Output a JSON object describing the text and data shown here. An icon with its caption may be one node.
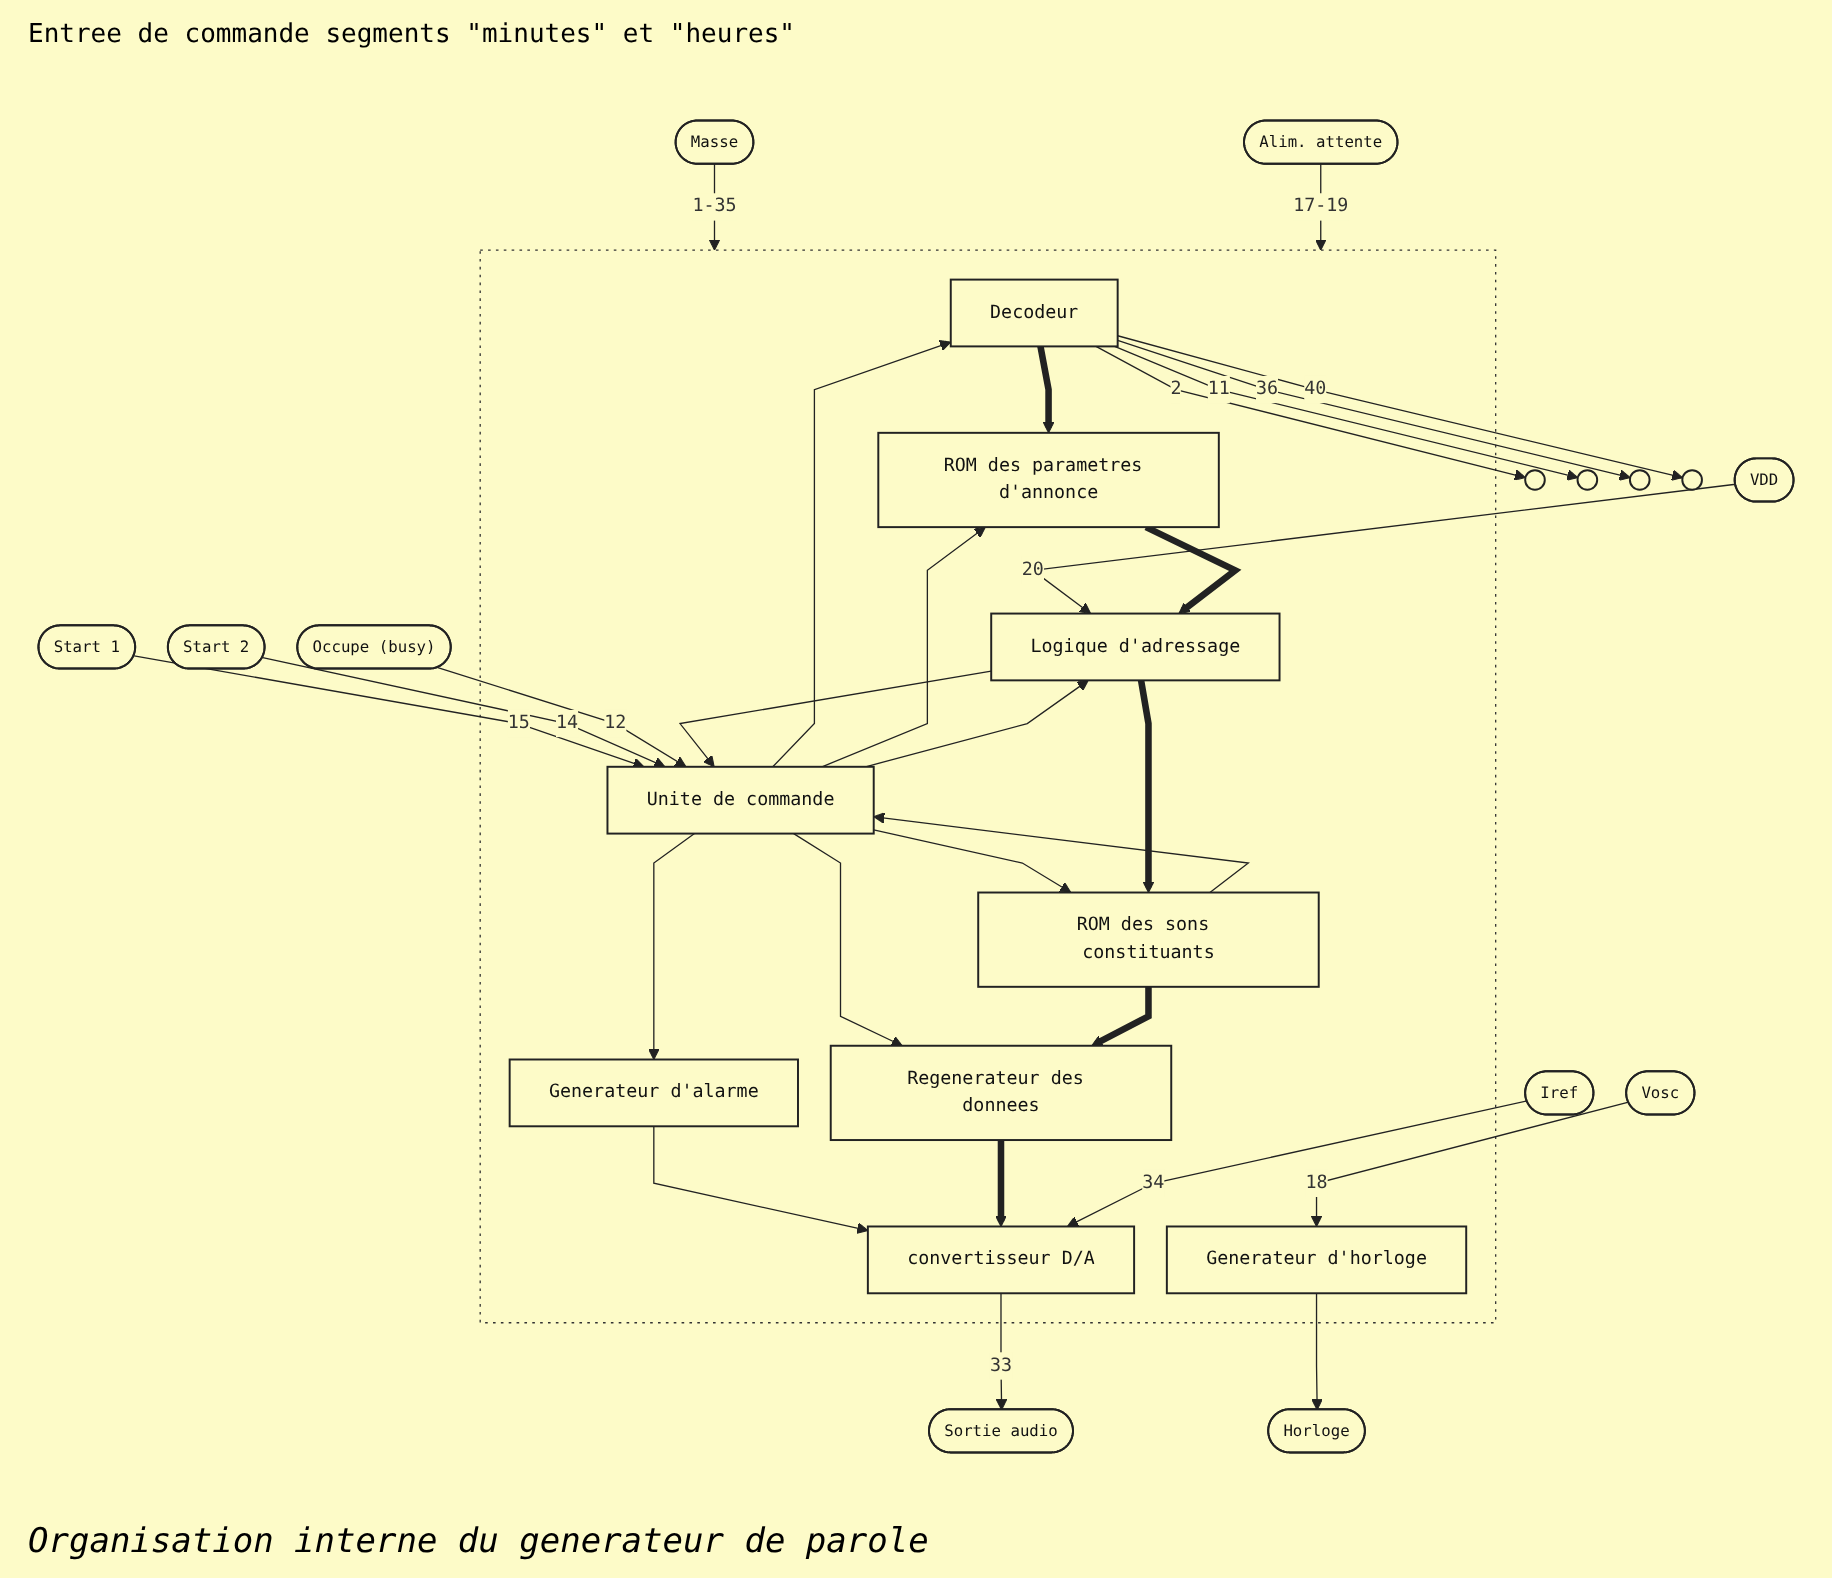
{
  "diagram": {
    "caption": "Organisation interne du generateur de parole",
    "nodes": [
      {
        "text": [],
        "shape": "box"
      },
      {
        "text": [],
        "shape": "circle"
      },
      {
        "text": [],
        "shape": "circle"
      },
      {
        "text": [],
        "shape": "circle"
      },
      {
        "text": [],
        "shape": "circle"
      },
      {
        "text": [
          "VDD"
        ]
      },
      {
        "text": [
          "Decodeur"
        ],
        "in": 0
      },
      {
        "text": [
          "ROM des parametres d'annonce"
        ],
        "in": 0
      },
      {
        "text": [
          "Logique d'adressage"
        ],
        "in": 0
      },
      {
        "text": [
          "Start 1"
        ]
      },
      {
        "text": [
          "Start 2"
        ]
      },
      {
        "text": [
          "Occupe (busy)"
        ]
      },
      {
        "text": [
          "Unite de commande"
        ],
        "in": 0
      },
      {
        "text": [
          "Generateur d'alarme"
        ],
        "in": 0
      },
      {
        "text": [
          "ROM des sons constituants"
        ],
        "in": 0
      },
      {
        "text": [
          "Horloge"
        ]
      },
      {
        "text": [
          "Generateur d'horloge"
        ],
        "in": 0
      },
      {
        "text": [
          "convertisseur D/A"
        ],
        "in": 0
      },
      {
        "text": [
          "Regenerateur des donnees"
        ],
        "in": 0
      },
      {
        "text": [
          "Vosc"
        ]
      },
      {
        "text": [
          "Iref"
        ]
      },
      {
        "text": [
          "Sortie audio"
        ]
      },
      {
        "text": [
          "Masse"
        ]
      },
      {
        "text": [
          "Alim. attente"
        ]
      }
    ],
    "edges": [
      {
        "from": 6,
        "to": 1,
        "arrow": "to",
        "label": "2"
      },
      {
        "from": 6,
        "to": 2,
        "arrow": "to",
        "label": "11"
      },
      {
        "from": 6,
        "to": 3,
        "arrow": "to",
        "label": "36"
      },
      {
        "from": 6,
        "to": 4,
        "arrow": "to",
        "label": "40"
      },
      {
        "from": 5,
        "to": 8,
        "arrow": "to",
        "label": "20"
      },
      {
        "from": 6,
        "to": 7,
        "arrow": "to",
        "style": "thick"
      },
      {
        "from": 7,
        "to": 8,
        "arrow": "to",
        "style": "thick"
      },
      {
        "from": 9,
        "to": 12,
        "arrow": "to",
        "label": "15"
      },
      {
        "from": 10,
        "to": 12,
        "arrow": "to",
        "label": "14"
      },
      {
        "from": 11,
        "to": 12,
        "arrow": "to",
        "label": "12"
      },
      {
        "from": 12,
        "to": 6,
        "arrow": "to"
      },
      {
        "from": 12,
        "to": 7,
        "arrow": "to"
      },
      {
        "from": 12,
        "to": 13,
        "arrow": "to"
      },
      {
        "from": 12,
        "to": 14,
        "arrow": "to"
      },
      {
        "from": 12,
        "to": 18,
        "arrow": "to"
      },
      {
        "from": 12,
        "to": 8,
        "arrow": "to"
      },
      {
        "from": 14,
        "to": 12,
        "arrow": "to"
      },
      {
        "from": 8,
        "to": 12,
        "arrow": "to"
      },
      {
        "from": 8,
        "to": 14,
        "arrow": "to",
        "style": "thick"
      },
      {
        "from": 14,
        "to": 18,
        "arrow": "to",
        "style": "thick"
      },
      {
        "from": 13,
        "to": 17,
        "arrow": "to"
      },
      {
        "from": 16,
        "to": 15,
        "arrow": "to"
      },
      {
        "from": 18,
        "to": 17,
        "arrow": "to",
        "style": "thick"
      },
      {
        "from": 19,
        "to": 16,
        "arrow": "to",
        "label": "18"
      },
      {
        "from": 20,
        "to": 17,
        "arrow": "to",
        "label": "34"
      },
      {
        "from": 17,
        "to": 21,
        "arrow": "to",
        "label": "33"
      },
      {
        "from": 22,
        "to": 0,
        "arrow": "to",
        "label": "1-35"
      },
      {
        "from": 23,
        "to": 0,
        "arrow": "to",
        "label": "17-19"
      }
    ],
    "labels": [
      "Entree de commande segments \"minutes\" et \"heures\""
    ]
  }
}
